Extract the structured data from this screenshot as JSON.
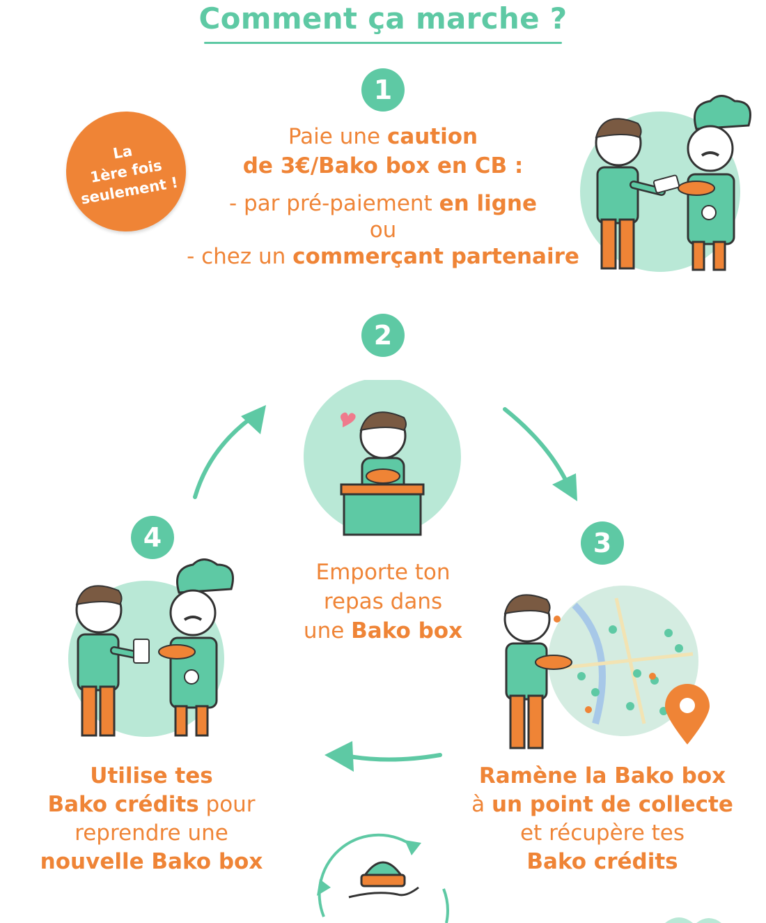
{
  "title": "Comment ça marche ?",
  "badge": {
    "line1": "La",
    "line2": "1ère fois",
    "line3": "seulement !"
  },
  "step1": {
    "number": "1",
    "line1_pre": "Paie une ",
    "line1_bold": "caution",
    "line2_bold": "de 3€/Bako box en CB :",
    "line3_pre": "- par pré-paiement ",
    "line3_bold": "en ligne",
    "line4": "ou",
    "line5_pre": "- chez un ",
    "line5_bold": "commerçant partenaire"
  },
  "step2": {
    "number": "2",
    "line1": "Emporte ton",
    "line2": "repas dans",
    "line3_pre": "une ",
    "line3_bold": "Bako box"
  },
  "step3": {
    "number": "3",
    "line1_bold": "Ramène la Bako box",
    "line2_pre": "à ",
    "line2_bold": "un point de collecte",
    "line3": "et récupère tes",
    "line4_bold": "Bako crédits"
  },
  "step4": {
    "number": "4",
    "line1_bold": "Utilise tes",
    "line2_bold": "Bako crédits",
    "line2_post": " pour",
    "line3": "reprendre une",
    "line4_bold": "nouvelle Bako box"
  },
  "colors": {
    "green": "#5ec9a4",
    "orange": "#ef8436",
    "light_green": "#b9e8d6"
  }
}
